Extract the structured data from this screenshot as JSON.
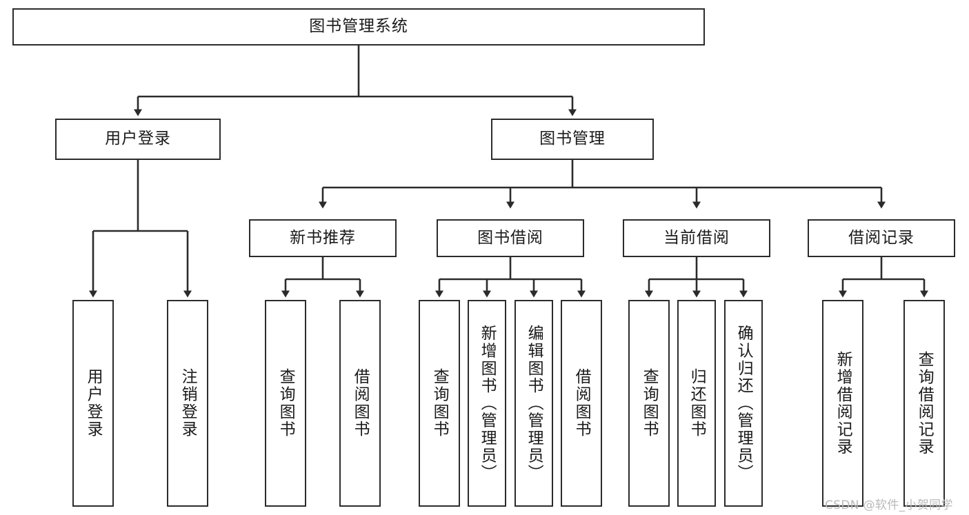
{
  "diagram": {
    "title": "图书管理系统",
    "type": "tree-hierarchy-chart",
    "orientation": "top-down",
    "colors": {
      "stroke": "#2b2b2b",
      "fill": "#ffffff",
      "text": "#1a1a1a",
      "watermark": "#b9b9b9"
    },
    "nodes": {
      "root": {
        "label": "图书管理系统"
      },
      "level2": [
        {
          "id": "user-login",
          "label": "用户登录"
        },
        {
          "id": "book-manage",
          "label": "图书管理"
        }
      ],
      "level3": [
        {
          "id": "new-book-recommend",
          "label": "新书推荐"
        },
        {
          "id": "book-borrow",
          "label": "图书借阅"
        },
        {
          "id": "current-borrow",
          "label": "当前借阅"
        },
        {
          "id": "borrow-record",
          "label": "借阅记录"
        }
      ],
      "leaves": {
        "user-login": [
          {
            "id": "leaf-user-login",
            "label": "用户登录"
          },
          {
            "id": "leaf-user-logout",
            "label": "注销登录"
          }
        ],
        "new-book-recommend": [
          {
            "id": "leaf-query-book-1",
            "label": "查询图书"
          },
          {
            "id": "leaf-borrow-book-1",
            "label": "借阅图书"
          }
        ],
        "book-borrow": [
          {
            "id": "leaf-query-book-2",
            "label": "查询图书"
          },
          {
            "id": "leaf-add-book",
            "label": "新增图书（管理员）"
          },
          {
            "id": "leaf-edit-book",
            "label": "编辑图书（管理员）"
          },
          {
            "id": "leaf-borrow-book-2",
            "label": "借阅图书"
          }
        ],
        "current-borrow": [
          {
            "id": "leaf-query-book-3",
            "label": "查询图书"
          },
          {
            "id": "leaf-return-book",
            "label": "归还图书"
          },
          {
            "id": "leaf-confirm-return",
            "label": "确认归还（管理员）"
          }
        ],
        "borrow-record": [
          {
            "id": "leaf-add-record",
            "label": "新增借阅记录"
          },
          {
            "id": "leaf-query-record",
            "label": "查询借阅记录"
          }
        ]
      }
    }
  },
  "watermark": {
    "text": "CSDN @软件_小贺同学"
  }
}
